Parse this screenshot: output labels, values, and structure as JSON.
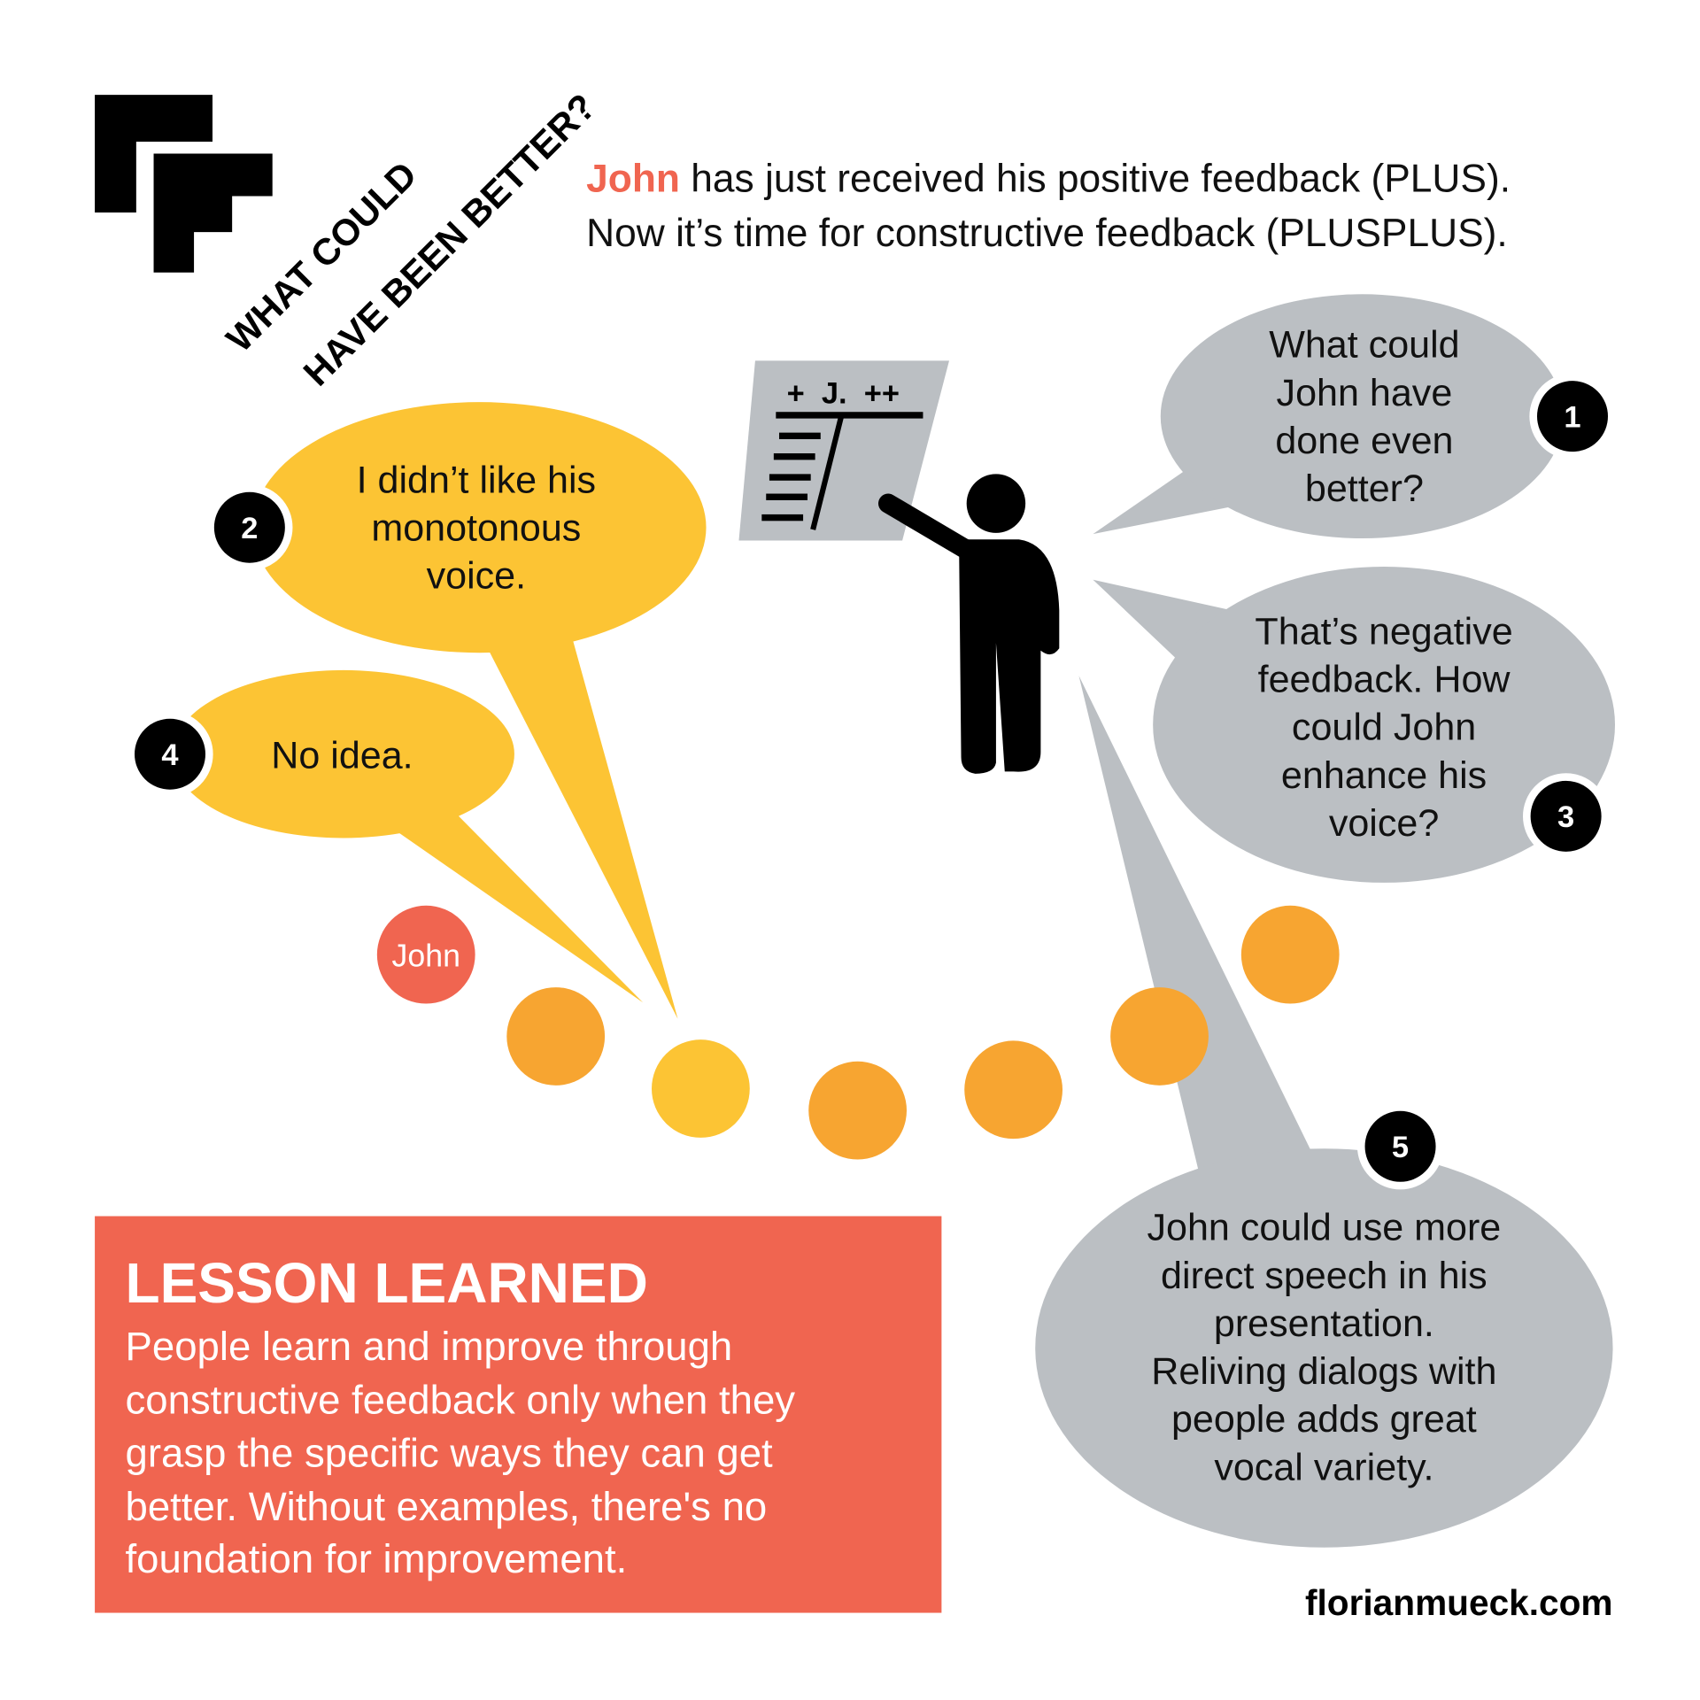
{
  "heading_rotated": [
    "WHAT COULD",
    "HAVE BEEN BETTER?"
  ],
  "intro": {
    "name": "John",
    "line1_rest": " has just received his positive feedback (PLUS).",
    "line2": "Now it’s time for constructive feedback (PLUSPLUS)."
  },
  "board": {
    "header": "+  J.  ++"
  },
  "bubbles": [
    {
      "number": "1",
      "lines": [
        "What could",
        "John have",
        "done even",
        "better?"
      ]
    },
    {
      "number": "2",
      "lines": [
        "I didn’t like his",
        "monotonous",
        "voice."
      ]
    },
    {
      "number": "3",
      "lines": [
        "That’s negative",
        "feedback. How",
        "could John",
        "enhance his",
        "voice?"
      ]
    },
    {
      "number": "4",
      "lines": [
        "No idea."
      ]
    },
    {
      "number": "5",
      "lines": [
        "John could use more",
        "direct speech in his",
        "presentation.",
        "Reliving dialogs with",
        "people adds great",
        "vocal variety."
      ]
    }
  ],
  "audience": {
    "john_label": "John"
  },
  "lesson": {
    "title": "LESSON LEARNED",
    "lines": [
      "People learn and improve through",
      "constructive feedback only when they",
      "grasp the specific ways they can get",
      "better. Without examples, there's no",
      "foundation for improvement."
    ]
  },
  "footer": {
    "site": "florianmueck.com"
  },
  "colors": {
    "yellow": "#FCC434",
    "orange": "#F7A531",
    "coral": "#F06550",
    "grey": "#BBBFC3",
    "black": "#000000"
  }
}
